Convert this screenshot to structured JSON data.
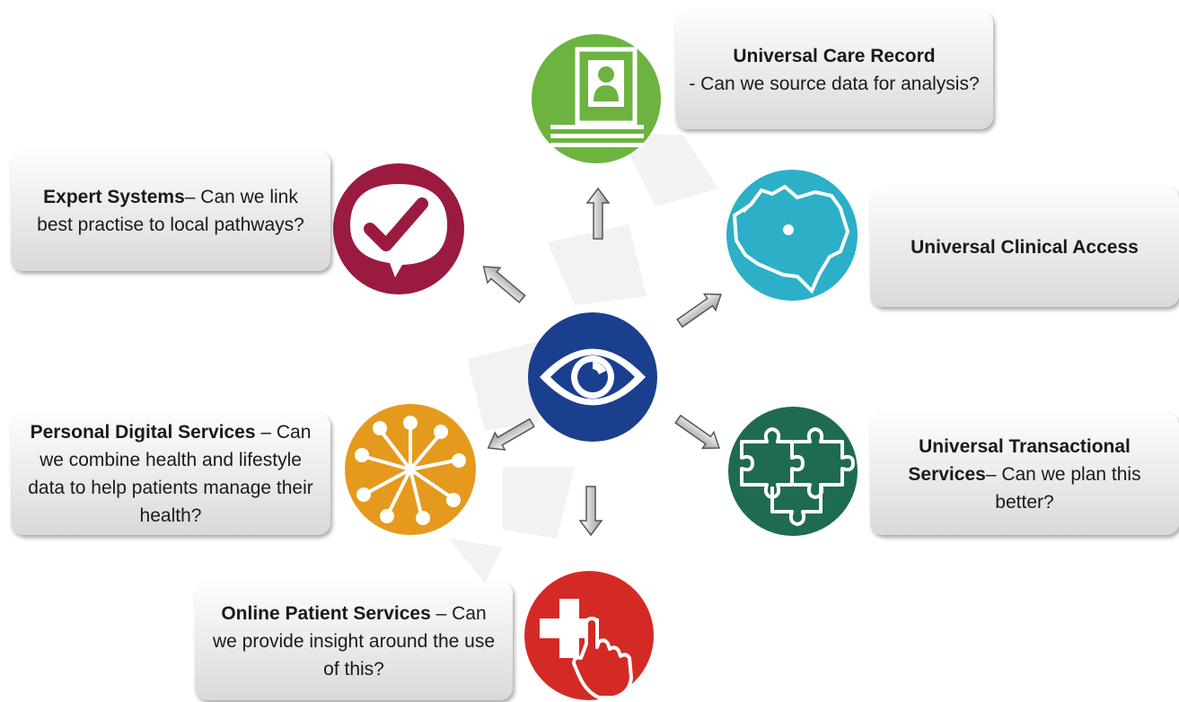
{
  "center": {
    "icon": "eye-icon",
    "color": "#1b3f8f"
  },
  "nodes": {
    "care_record": {
      "title": "Universal Care Record",
      "text": "- Can we source data for analysis?",
      "icon": "id-card-icon",
      "color": "#6cb33f"
    },
    "clinical_access": {
      "title": "Universal Clinical Access",
      "text": "",
      "icon": "map-icon",
      "color": "#2bb0c8"
    },
    "transactional": {
      "title": "Universal Transactional Services",
      "text": "– Can we plan this better?",
      "icon": "puzzle-icon",
      "color": "#1f6b52"
    },
    "online_patient": {
      "title": "Online Patient Services",
      "text": " – Can we provide insight around the use of this?",
      "icon": "medical-cross-hand-icon",
      "color": "#d42a26"
    },
    "personal_digital": {
      "title": "Personal Digital Services",
      "text": " – Can we combine health and lifestyle data to help patients manage their health?",
      "icon": "network-icon",
      "color": "#e59a1d"
    },
    "expert_systems": {
      "title": "Expert Systems",
      "text": "– Can we  link best practise to local pathways?",
      "icon": "checkmark-speech-icon",
      "color": "#9a1b3f"
    }
  }
}
